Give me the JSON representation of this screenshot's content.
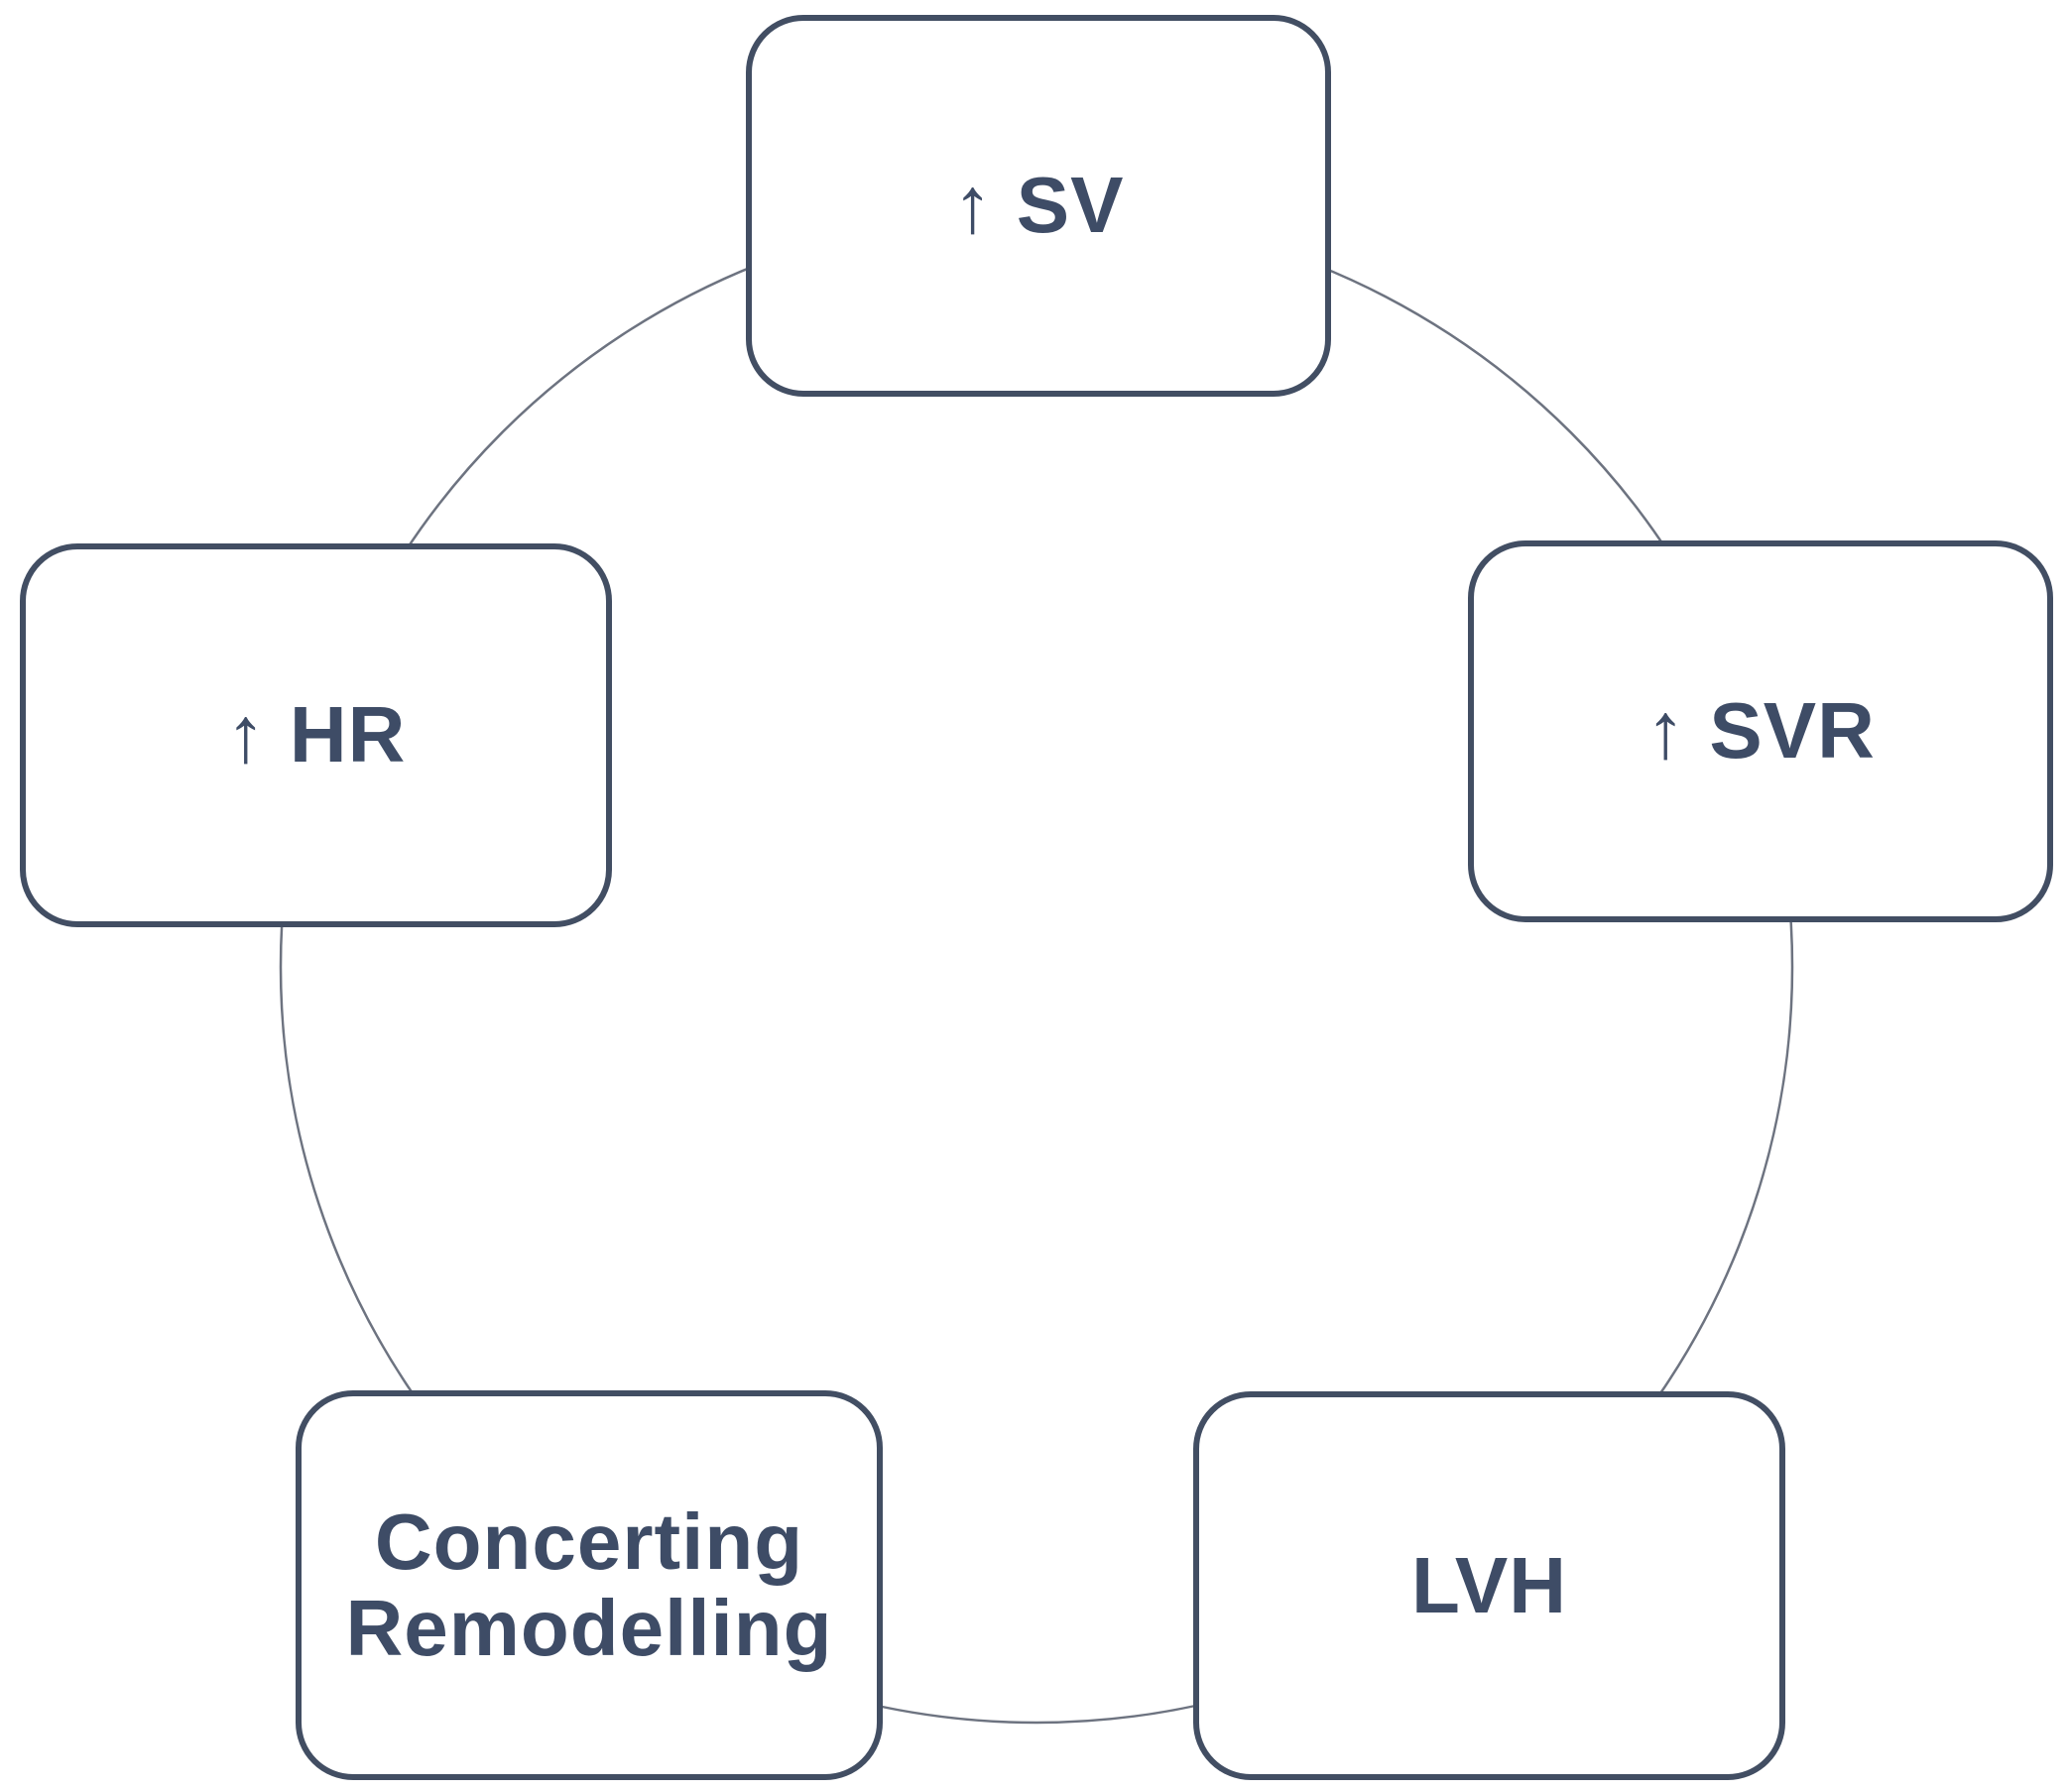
{
  "figure": {
    "type": "cycle-diagram",
    "background_color": "#ffffff",
    "node_border_color": "#424e63",
    "node_fill_color": "#ffffff",
    "text_color": "#3e4c66",
    "circle_color": "#6d7380",
    "nodes": [
      {
        "id": "sv",
        "label": "↑ SV",
        "position": "top"
      },
      {
        "id": "svr",
        "label": "↑ SVR",
        "position": "right"
      },
      {
        "id": "lvh",
        "label": "LVH",
        "position": "bottom-right"
      },
      {
        "id": "concerting-remodelling",
        "label": "Concerting Remodelling",
        "position": "bottom-left"
      },
      {
        "id": "hr",
        "label": "↑ HR",
        "position": "left"
      }
    ]
  }
}
